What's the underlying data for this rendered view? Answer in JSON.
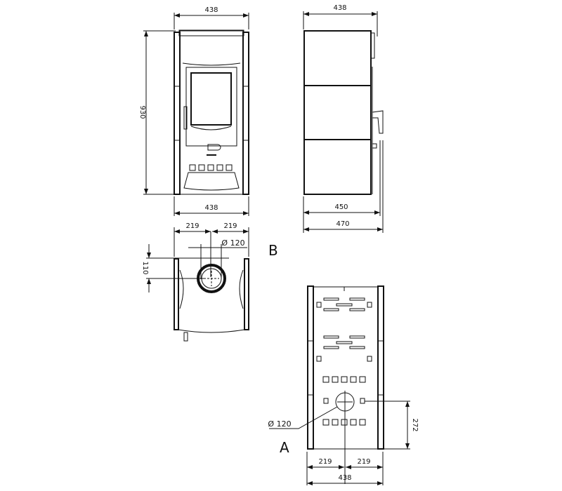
{
  "front_view": {
    "width_top": "438",
    "height": "930",
    "width_bottom": "438"
  },
  "side_view": {
    "width_top": "438",
    "depth": "450",
    "depth_total": "470"
  },
  "top_view": {
    "label": "B",
    "half_left": "219",
    "half_right": "219",
    "flue_diameter": "Ø 120",
    "flue_offset": "110"
  },
  "rear_view": {
    "label": "A",
    "flue_diameter": "Ø 120",
    "flue_height": "272",
    "half_left": "219",
    "half_right": "219",
    "width": "438"
  },
  "colors": {
    "line": "#111111",
    "background": "#ffffff"
  }
}
